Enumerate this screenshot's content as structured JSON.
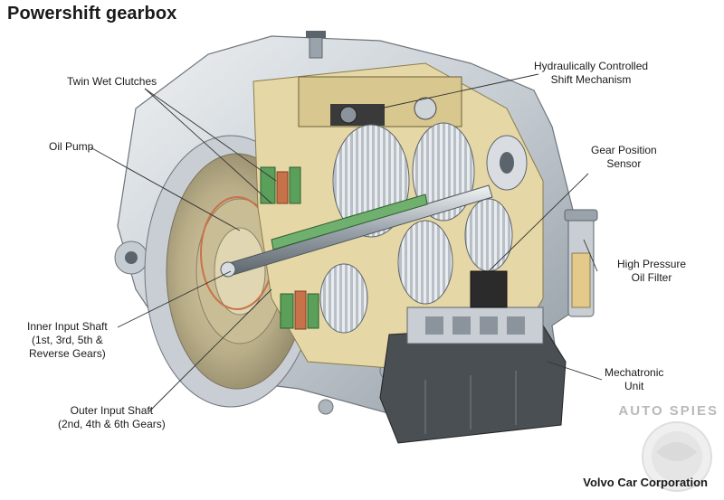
{
  "title": "Powershift gearbox",
  "labels": {
    "twin_wet_clutches": "Twin Wet Clutches",
    "oil_pump": "Oil Pump",
    "inner_input_shaft": "Inner Input Shaft\n(1st, 3rd, 5th &\nReverse Gears)",
    "outer_input_shaft": "Outer Input Shaft\n(2nd, 4th & 6th Gears)",
    "hydraulic_shift": "Hydraulically Controlled\nShift Mechanism",
    "gear_position_sensor": "Gear Position\nSensor",
    "high_pressure_filter": "High Pressure\nOil Filter",
    "mechatronic_unit": "Mechatronic\nUnit"
  },
  "watermark": "AUTO SPIES",
  "credit": "Volvo Car Corporation",
  "colors": {
    "housing": "#c9cfd5",
    "cutaway": "#e6d7a6",
    "clutch_green": "#5aa05a",
    "clutch_orange": "#c8724a",
    "shaft": "#9aa3ab",
    "dark": "#2b2b2b"
  }
}
